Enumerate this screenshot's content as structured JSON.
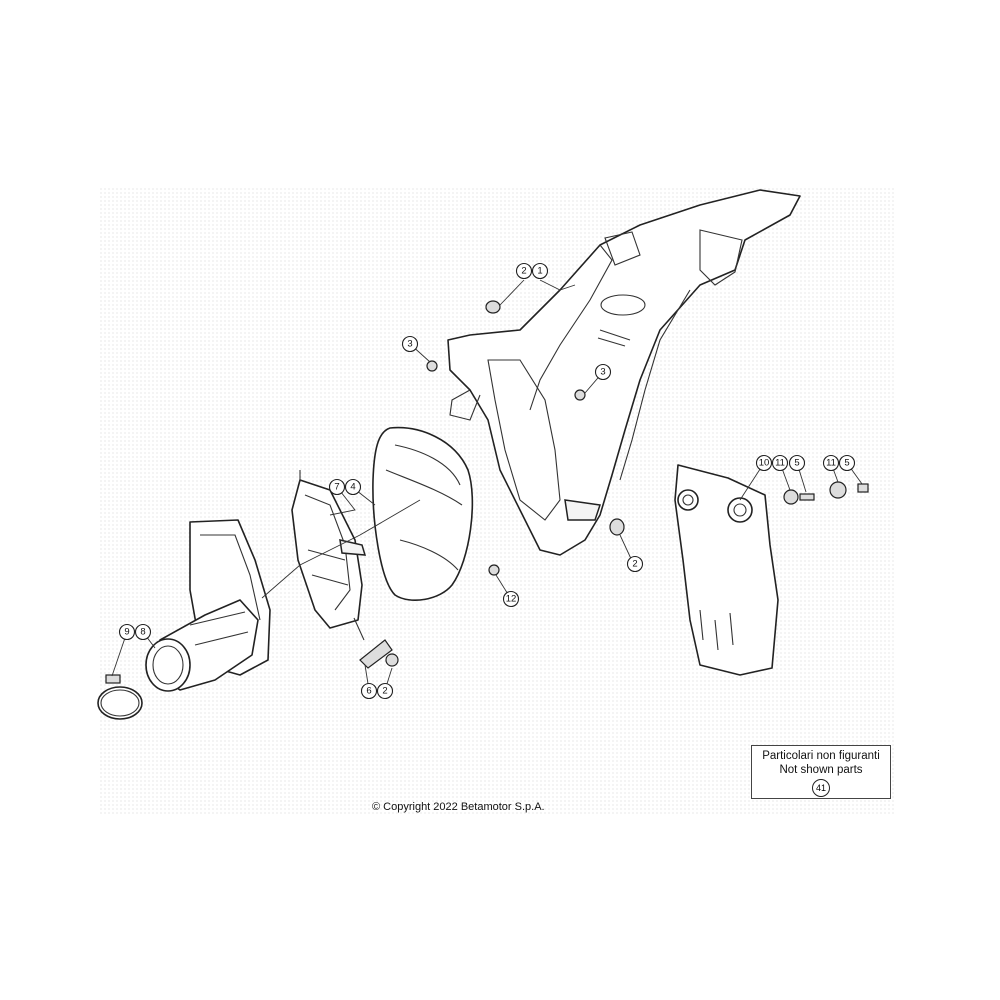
{
  "callouts": [
    {
      "id": "c2a",
      "number": "2"
    },
    {
      "id": "c1",
      "number": "1"
    },
    {
      "id": "c3a",
      "number": "3"
    },
    {
      "id": "c3b",
      "number": "3"
    },
    {
      "id": "c7",
      "number": "7"
    },
    {
      "id": "c4",
      "number": "4"
    },
    {
      "id": "c10",
      "number": "10"
    },
    {
      "id": "c11a",
      "number": "11"
    },
    {
      "id": "c5a",
      "number": "5"
    },
    {
      "id": "c11b",
      "number": "11"
    },
    {
      "id": "c5b",
      "number": "5"
    },
    {
      "id": "c2b",
      "number": "2"
    },
    {
      "id": "c12",
      "number": "12"
    },
    {
      "id": "c9",
      "number": "9"
    },
    {
      "id": "c8",
      "number": "8"
    },
    {
      "id": "c6",
      "number": "6"
    },
    {
      "id": "c2c",
      "number": "2"
    }
  ],
  "legend": {
    "line1": "Particolari non figuranti",
    "line2": "Not shown parts",
    "ref": "41"
  },
  "copyright": "© Copyright 2022 Betamotor S.p.A."
}
